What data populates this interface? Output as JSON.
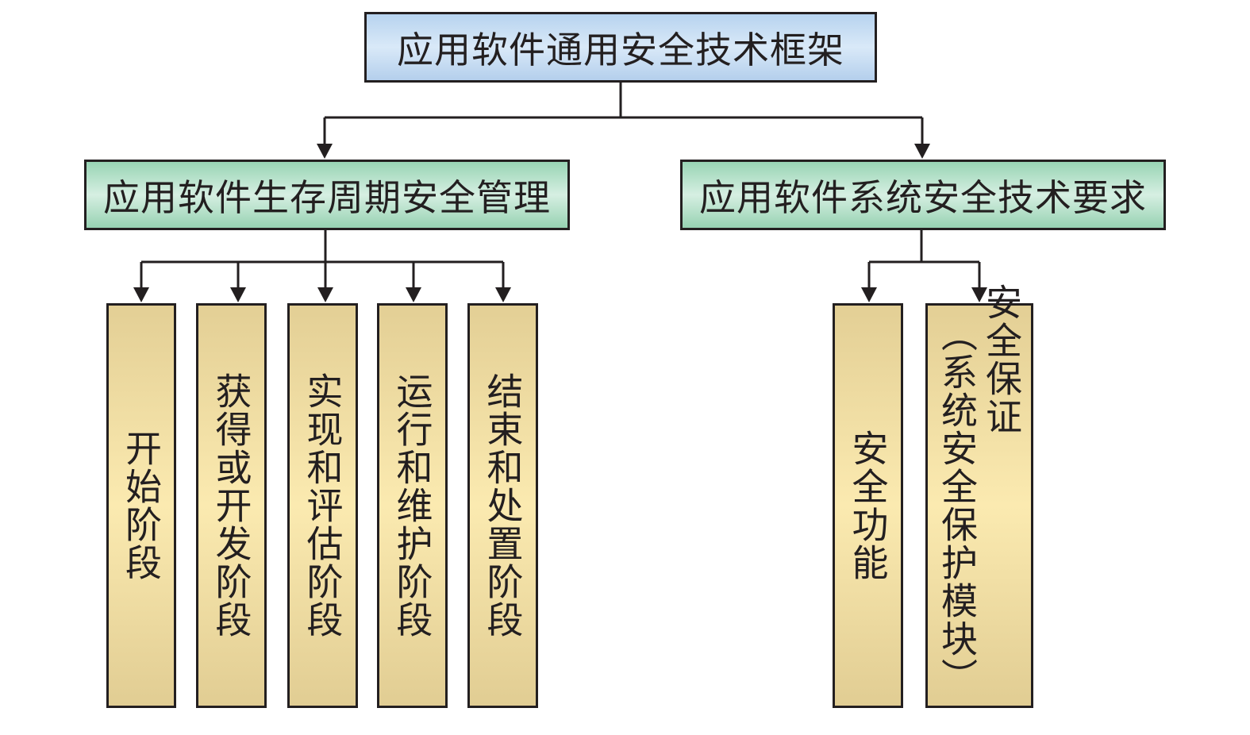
{
  "root": {
    "label": "应用软件通用安全技术框架"
  },
  "branches": [
    {
      "label": "应用软件生存周期安全管理",
      "children": [
        {
          "label": "开始阶段"
        },
        {
          "label": "获得或开发阶段"
        },
        {
          "label": "实现和评估阶段"
        },
        {
          "label": "运行和维护阶段"
        },
        {
          "label": "结束和处置阶段"
        }
      ]
    },
    {
      "label": "应用软件系统安全技术要求",
      "children": [
        {
          "label": "安全功能"
        },
        {
          "label": "安全保证",
          "sublabel": "（系统安全保护模块）"
        }
      ]
    }
  ],
  "colors": {
    "root_fill": "#c8def4",
    "branch_fill": "#b6e1ca",
    "leaf_fill": "#f0dfa4",
    "line": "#231f20"
  }
}
